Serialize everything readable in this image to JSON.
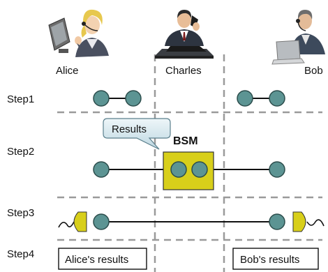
{
  "people": {
    "alice": "Alice",
    "charles": "Charles",
    "bob": "Bob"
  },
  "steps": [
    "Step1",
    "Step2",
    "Step3",
    "Step4"
  ],
  "callout": "Results",
  "bsm_label": "BSM",
  "results": {
    "alice": "Alice's results",
    "bob": "Bob's results"
  },
  "colors": {
    "node_fill": "#5c9493",
    "node_stroke": "#2c4d4c",
    "bsm_fill": "#d8cf1a",
    "detector_fill": "#d8cf1a",
    "callout_fill": "#cfe3ea",
    "divider": "#999999"
  }
}
